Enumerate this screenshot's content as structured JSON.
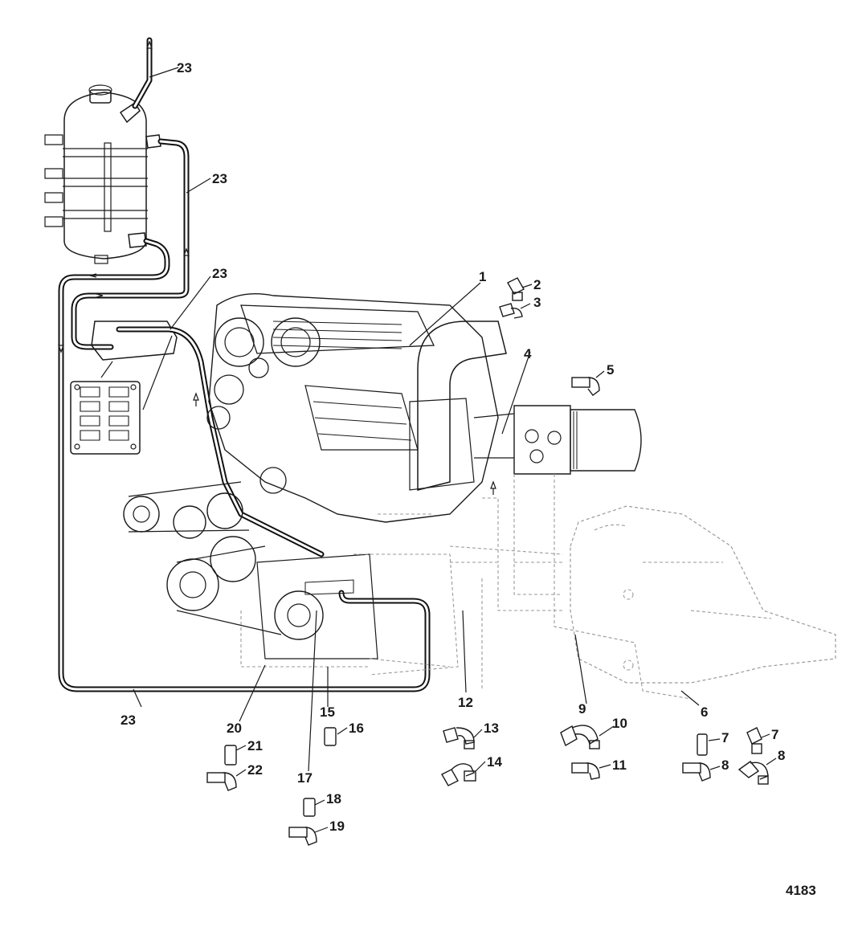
{
  "figure_number": "4183",
  "callouts": [
    {
      "id": "c1",
      "label": "1"
    },
    {
      "id": "c2",
      "label": "2"
    },
    {
      "id": "c3",
      "label": "3"
    },
    {
      "id": "c4",
      "label": "4"
    },
    {
      "id": "c5",
      "label": "5"
    },
    {
      "id": "c6",
      "label": "6"
    },
    {
      "id": "c7a",
      "label": "7"
    },
    {
      "id": "c7b",
      "label": "7"
    },
    {
      "id": "c8a",
      "label": "8"
    },
    {
      "id": "c8b",
      "label": "8"
    },
    {
      "id": "c9",
      "label": "9"
    },
    {
      "id": "c10",
      "label": "10"
    },
    {
      "id": "c11",
      "label": "11"
    },
    {
      "id": "c12",
      "label": "12"
    },
    {
      "id": "c13",
      "label": "13"
    },
    {
      "id": "c14",
      "label": "14"
    },
    {
      "id": "c15",
      "label": "15"
    },
    {
      "id": "c16",
      "label": "16"
    },
    {
      "id": "c17",
      "label": "17"
    },
    {
      "id": "c18",
      "label": "18"
    },
    {
      "id": "c19",
      "label": "19"
    },
    {
      "id": "c20",
      "label": "20"
    },
    {
      "id": "c21",
      "label": "21"
    },
    {
      "id": "c22",
      "label": "22"
    },
    {
      "id": "c23a",
      "label": "23"
    },
    {
      "id": "c23b",
      "label": "23"
    },
    {
      "id": "c23c",
      "label": "23"
    },
    {
      "id": "c23d",
      "label": "23"
    }
  ],
  "colors": {
    "ink": "#1a1a1a",
    "ghost": "#9a9a9a",
    "background": "#ffffff"
  }
}
